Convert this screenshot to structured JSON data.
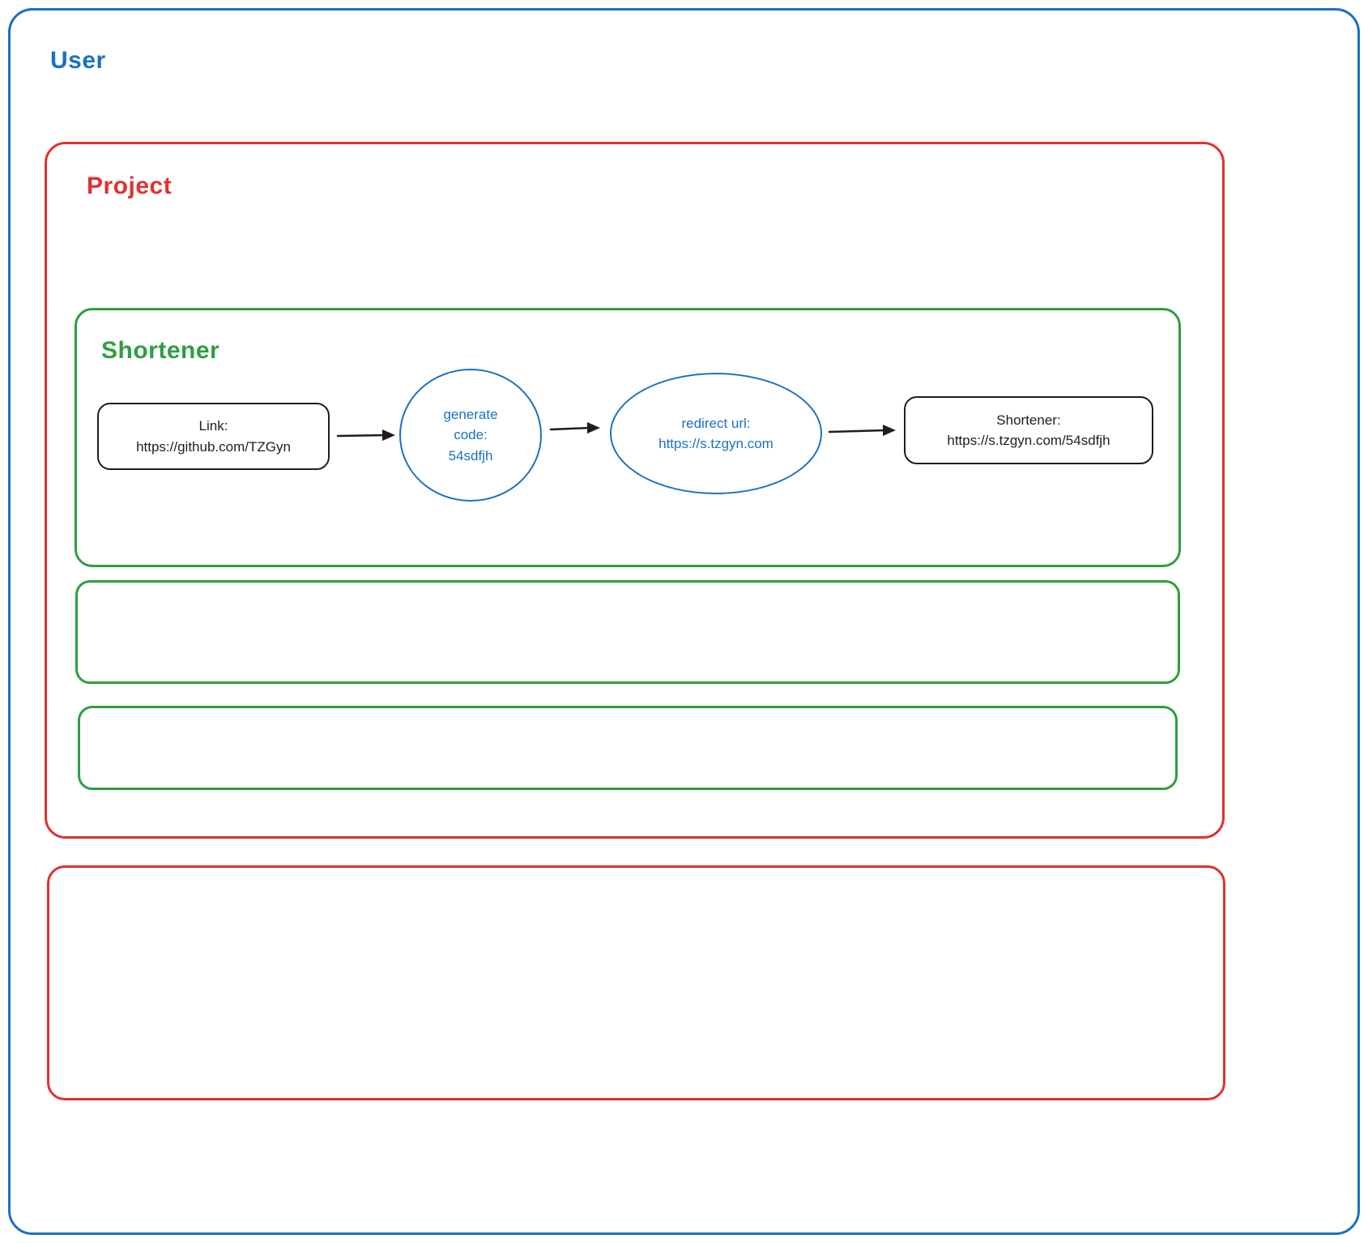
{
  "diagram": {
    "type": "flowchart",
    "style": "hand-drawn",
    "colors": {
      "blue": "#1971c2",
      "red": "#e03131",
      "green": "#2f9e44",
      "ink": "#1e1e1e",
      "background": "#ffffff"
    },
    "user_frame": {
      "label": "User"
    },
    "project_frame": {
      "label": "Project"
    },
    "shortener_frame": {
      "label": "Shortener"
    },
    "flow": {
      "link_node": {
        "line1": "Link:",
        "line2": "https://github.com/TZGyn"
      },
      "generate_node": {
        "line1": "generate",
        "line2": "code:",
        "line3": "54sdfjh"
      },
      "redirect_node": {
        "line1": "redirect url:",
        "line2": "https://s.tzgyn.com"
      },
      "result_node": {
        "line1": "Shortener:",
        "line2": "https://s.tzgyn.com/54sdfjh"
      }
    },
    "empty_frames": {
      "green_box_1": "",
      "green_box_2": "",
      "red_box_1": ""
    }
  }
}
